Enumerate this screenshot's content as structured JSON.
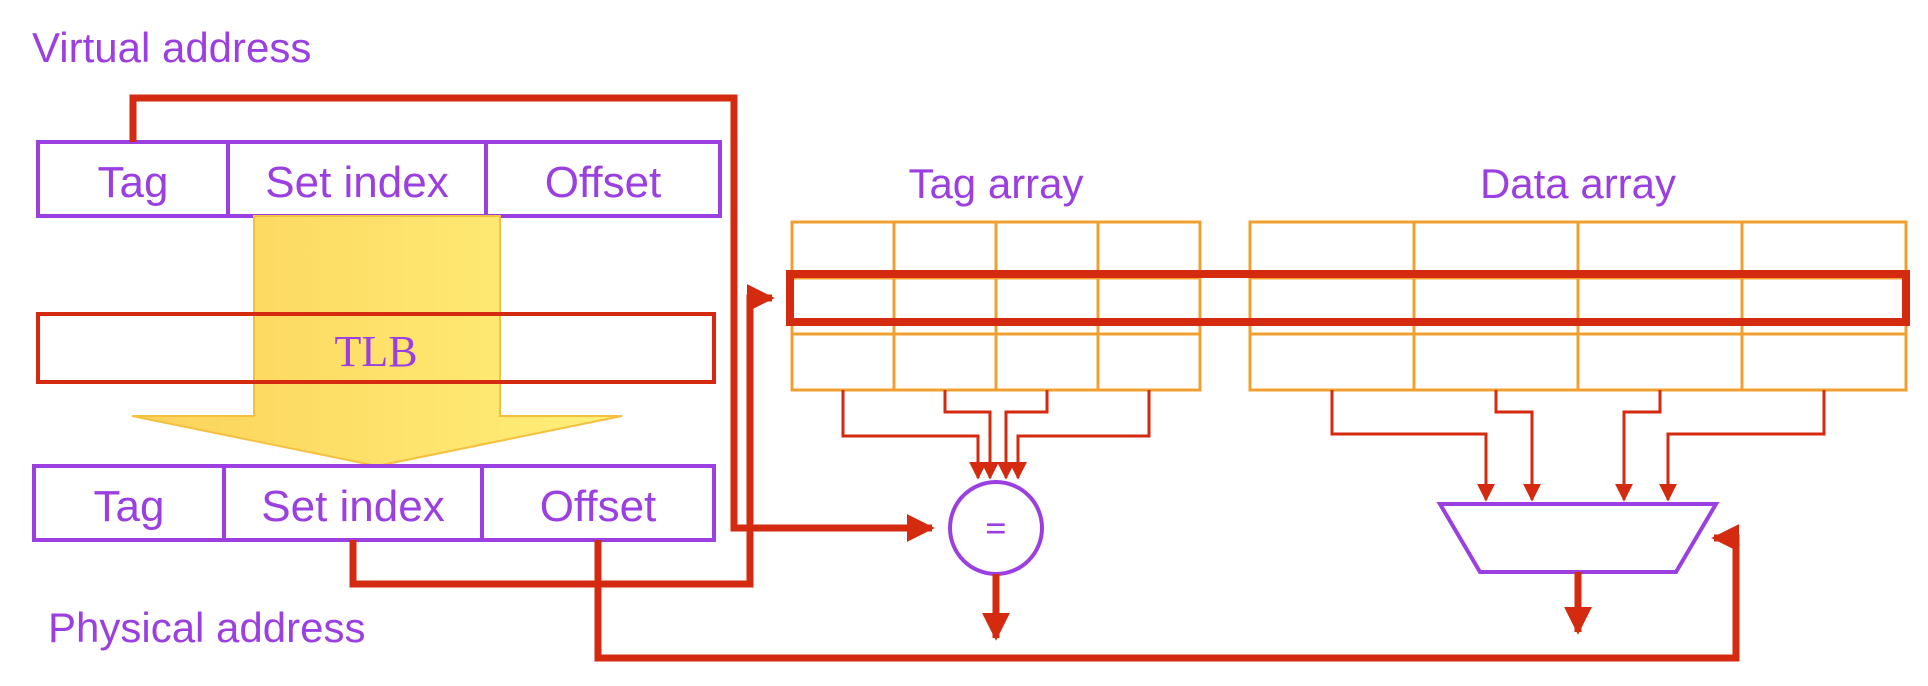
{
  "labels": {
    "virtual_address": "Virtual address",
    "physical_address": "Physical address",
    "tag_array": "Tag array",
    "data_array": "Data array",
    "tlb": "TLB",
    "comparator": "="
  },
  "virtual_fields": [
    "Tag",
    "Set index",
    "Offset"
  ],
  "physical_fields": [
    "Tag",
    "Set index",
    "Offset"
  ],
  "colors": {
    "purple": "#9b3fe0",
    "red": "#d42a10",
    "orange": "#f0a030",
    "arrow_fill": "#ffd960"
  }
}
